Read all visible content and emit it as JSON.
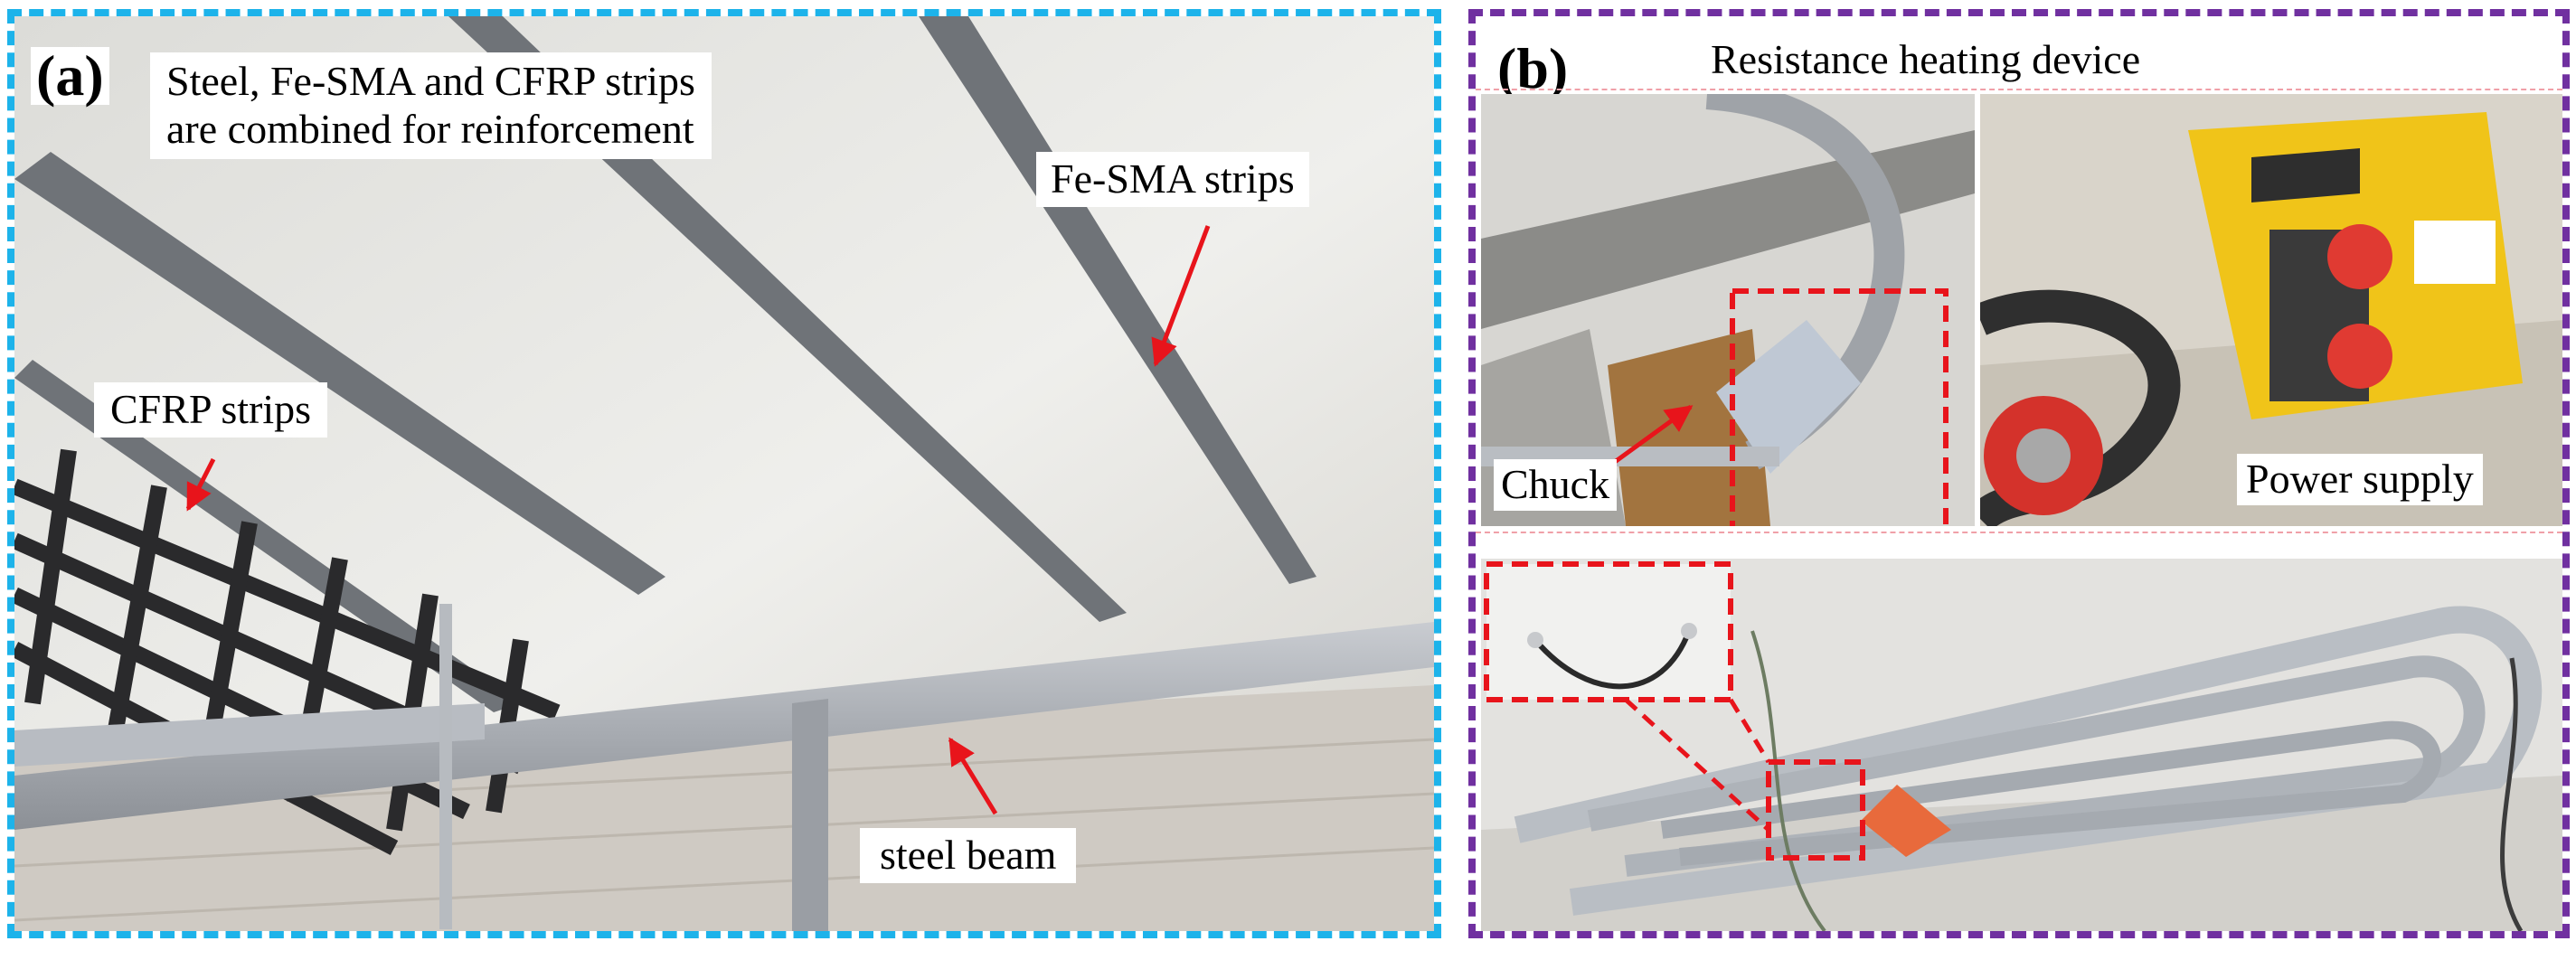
{
  "panel_a": {
    "letter": "(a)",
    "title_line1": "Steel, Fe-SMA and CFRP strips",
    "title_line2": "are combined for reinforcement",
    "label_fe_sma": "Fe-SMA strips",
    "label_cfrp": "CFRP strips",
    "label_steel_beam": "steel beam"
  },
  "panel_b": {
    "letter": "(b)",
    "title": "Resistance heating device",
    "label_chuck": "Chuck",
    "label_power_supply": "Power supply"
  },
  "colors": {
    "panel_a_border": "#1db3ea",
    "panel_b_border": "#7030a0",
    "annotation_arrow": "#e8141b",
    "highlight_box": "#e8141b"
  }
}
